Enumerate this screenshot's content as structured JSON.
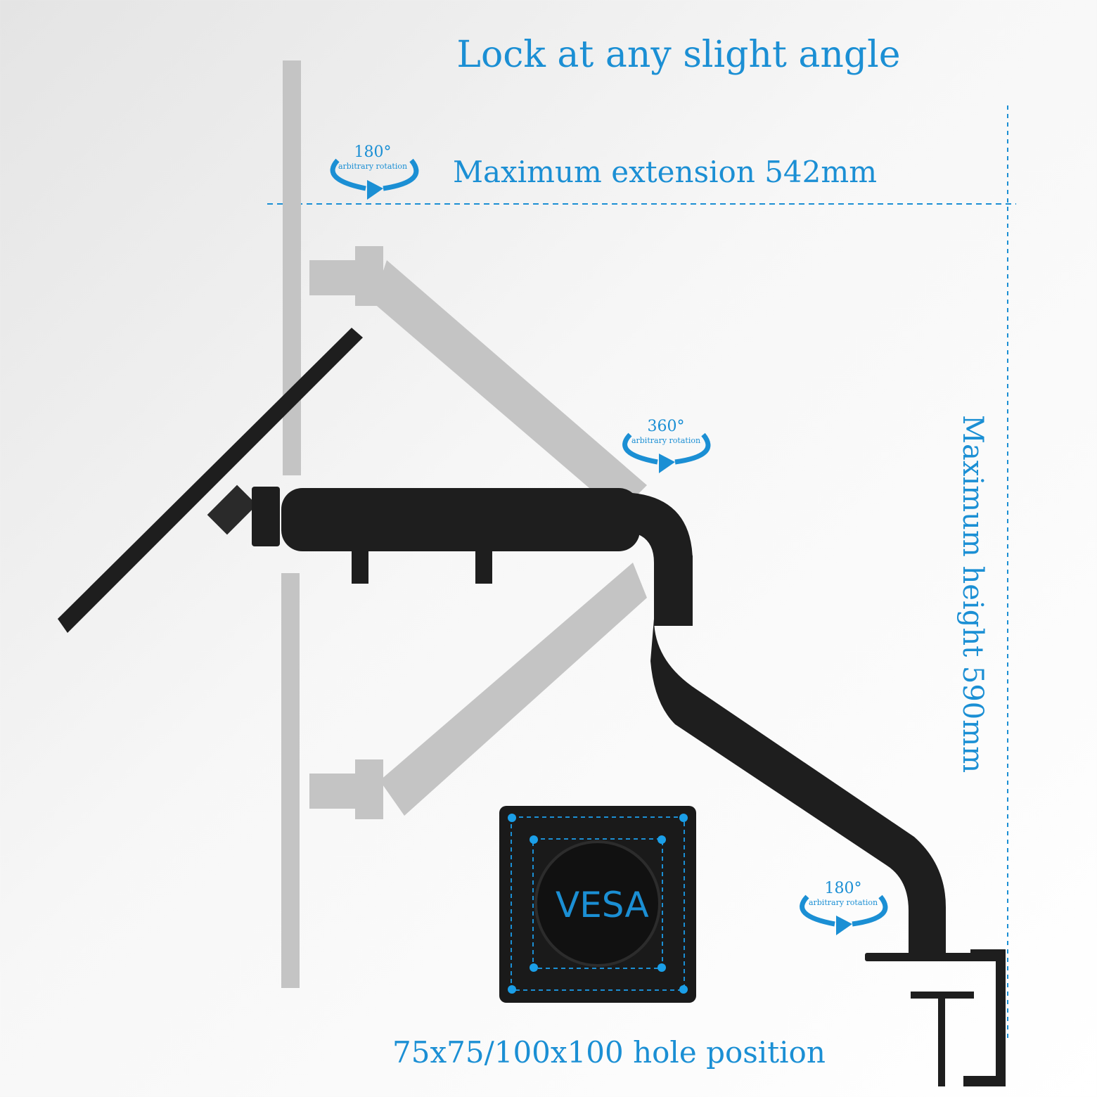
{
  "title": "Lock at any slight angle",
  "extension_label": "Maximum extension 542mm",
  "height_label": "Maximum height 590mm",
  "vesa": {
    "logo": "VESA",
    "hole_label": "75x75/100x100 hole position"
  },
  "rotations": [
    {
      "degrees": "180°",
      "caption": "arbitrary rotation"
    },
    {
      "degrees": "360°",
      "caption": "arbitrary rotation"
    },
    {
      "degrees": "180°",
      "caption": "arbitrary rotation"
    }
  ],
  "colors": {
    "accent": "#1b8fd4",
    "arm": "#1e1e1e",
    "ghost": "#bdbdbd"
  }
}
